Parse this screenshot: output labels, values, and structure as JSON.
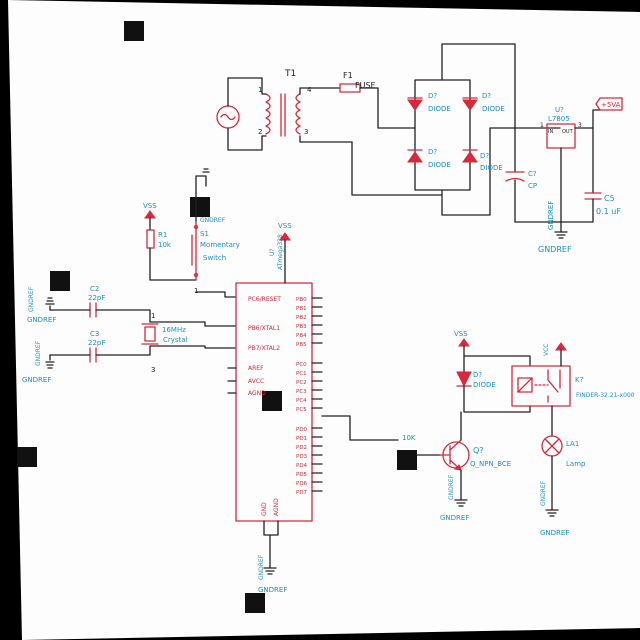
{
  "power": {
    "transformer": {
      "ref": "T1",
      "pin1": "1",
      "pin2": "2",
      "pin3": "3",
      "pin4": "4"
    },
    "fuse": {
      "ref": "F1",
      "value": "FUSE"
    },
    "diodes": [
      {
        "ref": "D?",
        "value": "DIODE"
      },
      {
        "ref": "D?",
        "value": "DIODE"
      },
      {
        "ref": "D?",
        "value": "DIODE"
      },
      {
        "ref": "D?",
        "value": "DIODE"
      }
    ],
    "cap_bulk": {
      "ref": "C?",
      "value": "CP"
    },
    "regulator": {
      "ref": "U?",
      "value": "L7805",
      "pin_in": "IN",
      "pin_out": "OUT",
      "pin1": "1",
      "pin3": "3"
    },
    "cap_out": {
      "ref": "C5",
      "value": "0.1 uF"
    },
    "vout_label": "+5VA",
    "gnd_reg": "GNDREF",
    "gnd_reg2": "GNDREF"
  },
  "reset": {
    "vss": "VSS",
    "resistor": {
      "ref": "R1",
      "value": "10k"
    },
    "switch": {
      "ref": "S1",
      "name": "Momentary",
      "name2": "Switch"
    },
    "gnd": "GNDREF"
  },
  "crystal": {
    "c2": {
      "ref": "C2",
      "value": "22pF"
    },
    "c3": {
      "ref": "C3",
      "value": "22pF"
    },
    "xtal": {
      "value": "16MHz",
      "name": "Crystal"
    },
    "gnd1": "GNDREF",
    "gnd2": "GNDREF",
    "gnd3": "GNDREF",
    "gnd4": "GNDREF"
  },
  "mcu": {
    "ref": "U?",
    "value": "ATmega328",
    "vss": "VSS",
    "left_pins": [
      "PC6/RESET",
      "PB6/XTAL1",
      "PB7/XTAL2",
      "AREF",
      "AVCC",
      "AGND"
    ],
    "right_pins": [
      "PB0",
      "PB1",
      "PB2",
      "PB3",
      "PB4",
      "PB5",
      "PC0",
      "PC1",
      "PC2",
      "PC3",
      "PC4",
      "PC5",
      "PD0",
      "PD1",
      "PD2",
      "PD3",
      "PD4",
      "PD5",
      "PD6",
      "PD7"
    ],
    "bottom_pins": [
      "GND",
      "AGND"
    ],
    "gnd": "GNDREF"
  },
  "output": {
    "resistor_label": "10K",
    "vss": "VSS",
    "vcc": "VCC",
    "diode": {
      "ref": "D?",
      "value": "DIODE"
    },
    "transistor": {
      "ref": "Q?",
      "value": "Q_NPN_BCE"
    },
    "relay": {
      "ref": "K?",
      "value": "FINDER-32.21-x000"
    },
    "lamp": {
      "ref": "LA1",
      "value": "Lamp"
    },
    "gnd1": "GNDREF",
    "gnd2": "GNDREF"
  }
}
